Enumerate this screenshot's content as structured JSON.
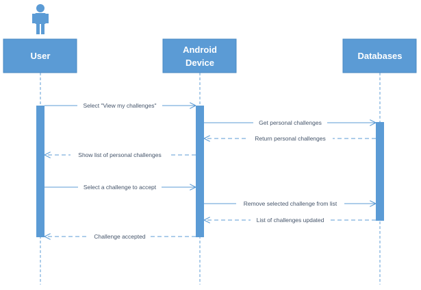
{
  "participants": {
    "user": "User",
    "device_line1": "Android",
    "device_line2": "Device",
    "db": "Databases"
  },
  "messages": [
    {
      "text": "Select \"View my challenges\"",
      "style": "solid"
    },
    {
      "text": "Get personal challenges",
      "style": "solid"
    },
    {
      "text": "Return personal challenges",
      "style": "dashed"
    },
    {
      "text": "Show list of personal challenges",
      "style": "dashed"
    },
    {
      "text": "Select a challenge to accept",
      "style": "solid"
    },
    {
      "text": "Remove selected challenge from list",
      "style": "solid"
    },
    {
      "text": "List of challenges updated",
      "style": "dashed"
    },
    {
      "text": "Challenge accepted",
      "style": "dashed"
    }
  ],
  "colors": {
    "accent": "#5b9bd5",
    "text": "#44546a"
  }
}
